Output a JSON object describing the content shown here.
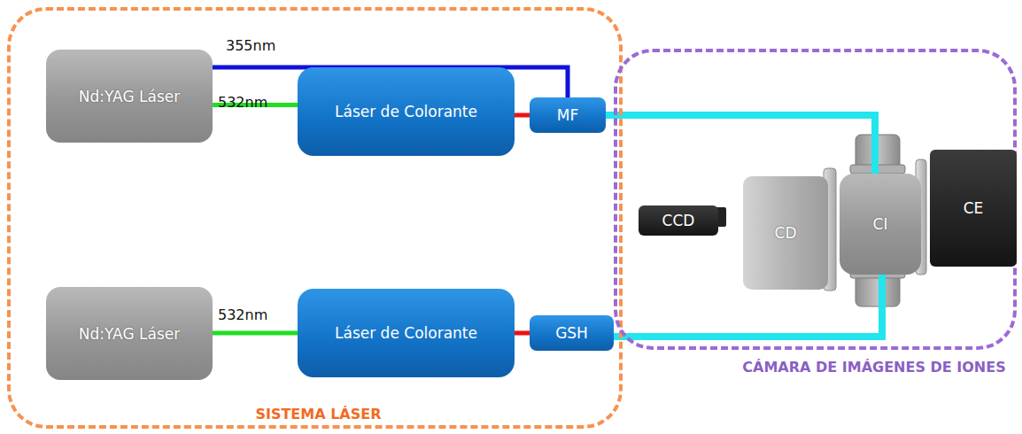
{
  "diagram": {
    "nodes": [
      {
        "text": [
          "SISTEMA LÁSER"
        ]
      },
      {
        "text": [
          "Nd:YAG Láser"
        ],
        "in": 0
      },
      {
        "text": [
          "Láser de Colorante"
        ],
        "in": 0
      },
      {
        "text": [
          "MF"
        ],
        "in": 0
      },
      {
        "text": [
          "Nd:YAG Láser"
        ],
        "in": 0
      },
      {
        "text": [
          "Láser de Colorante"
        ],
        "in": 0
      },
      {
        "text": [
          "GSH"
        ],
        "in": 0
      },
      {
        "text": [
          "CÁMARA DE IMÁGENES DE IONES"
        ]
      },
      {
        "text": [
          "CCD"
        ],
        "in": 7
      },
      {
        "text": [
          "CD"
        ],
        "in": 7
      },
      {
        "text": [
          "CI"
        ],
        "in": 7
      },
      {
        "text": [
          "CE"
        ],
        "in": 7
      }
    ],
    "edges": [
      {
        "from": 1,
        "to": 2,
        "arrow": "none",
        "label": "532nm"
      },
      {
        "from": 1,
        "to": 3,
        "arrow": "none",
        "label": "355nm"
      },
      {
        "from": 2,
        "to": 3,
        "arrow": "none"
      },
      {
        "from": 4,
        "to": 5,
        "arrow": "none",
        "label": "532nm"
      },
      {
        "from": 5,
        "to": 6,
        "arrow": "none"
      },
      {
        "from": 3,
        "to": 10,
        "arrow": "none"
      },
      {
        "from": 6,
        "to": 10,
        "arrow": "none"
      }
    ]
  }
}
